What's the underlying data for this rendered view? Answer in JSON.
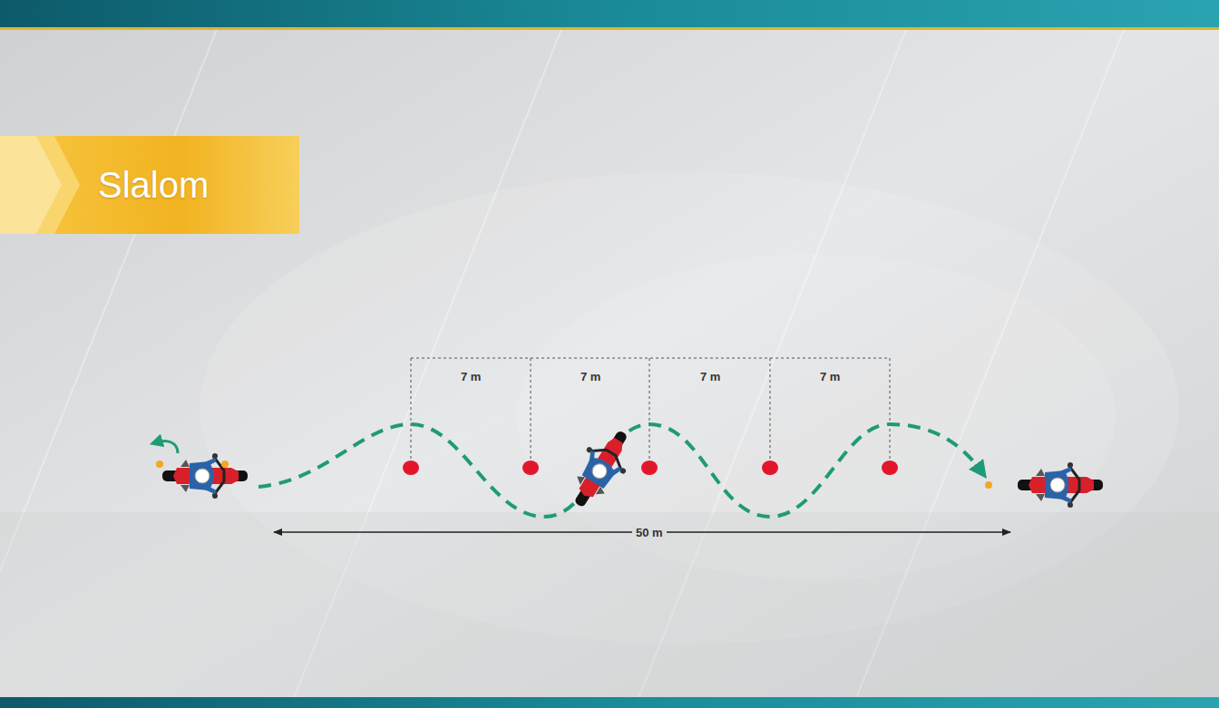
{
  "diagram": {
    "title": "Slalom",
    "labels": [
      "7 m",
      "7 m",
      "7 m",
      "7 m",
      "50 m"
    ]
  }
}
